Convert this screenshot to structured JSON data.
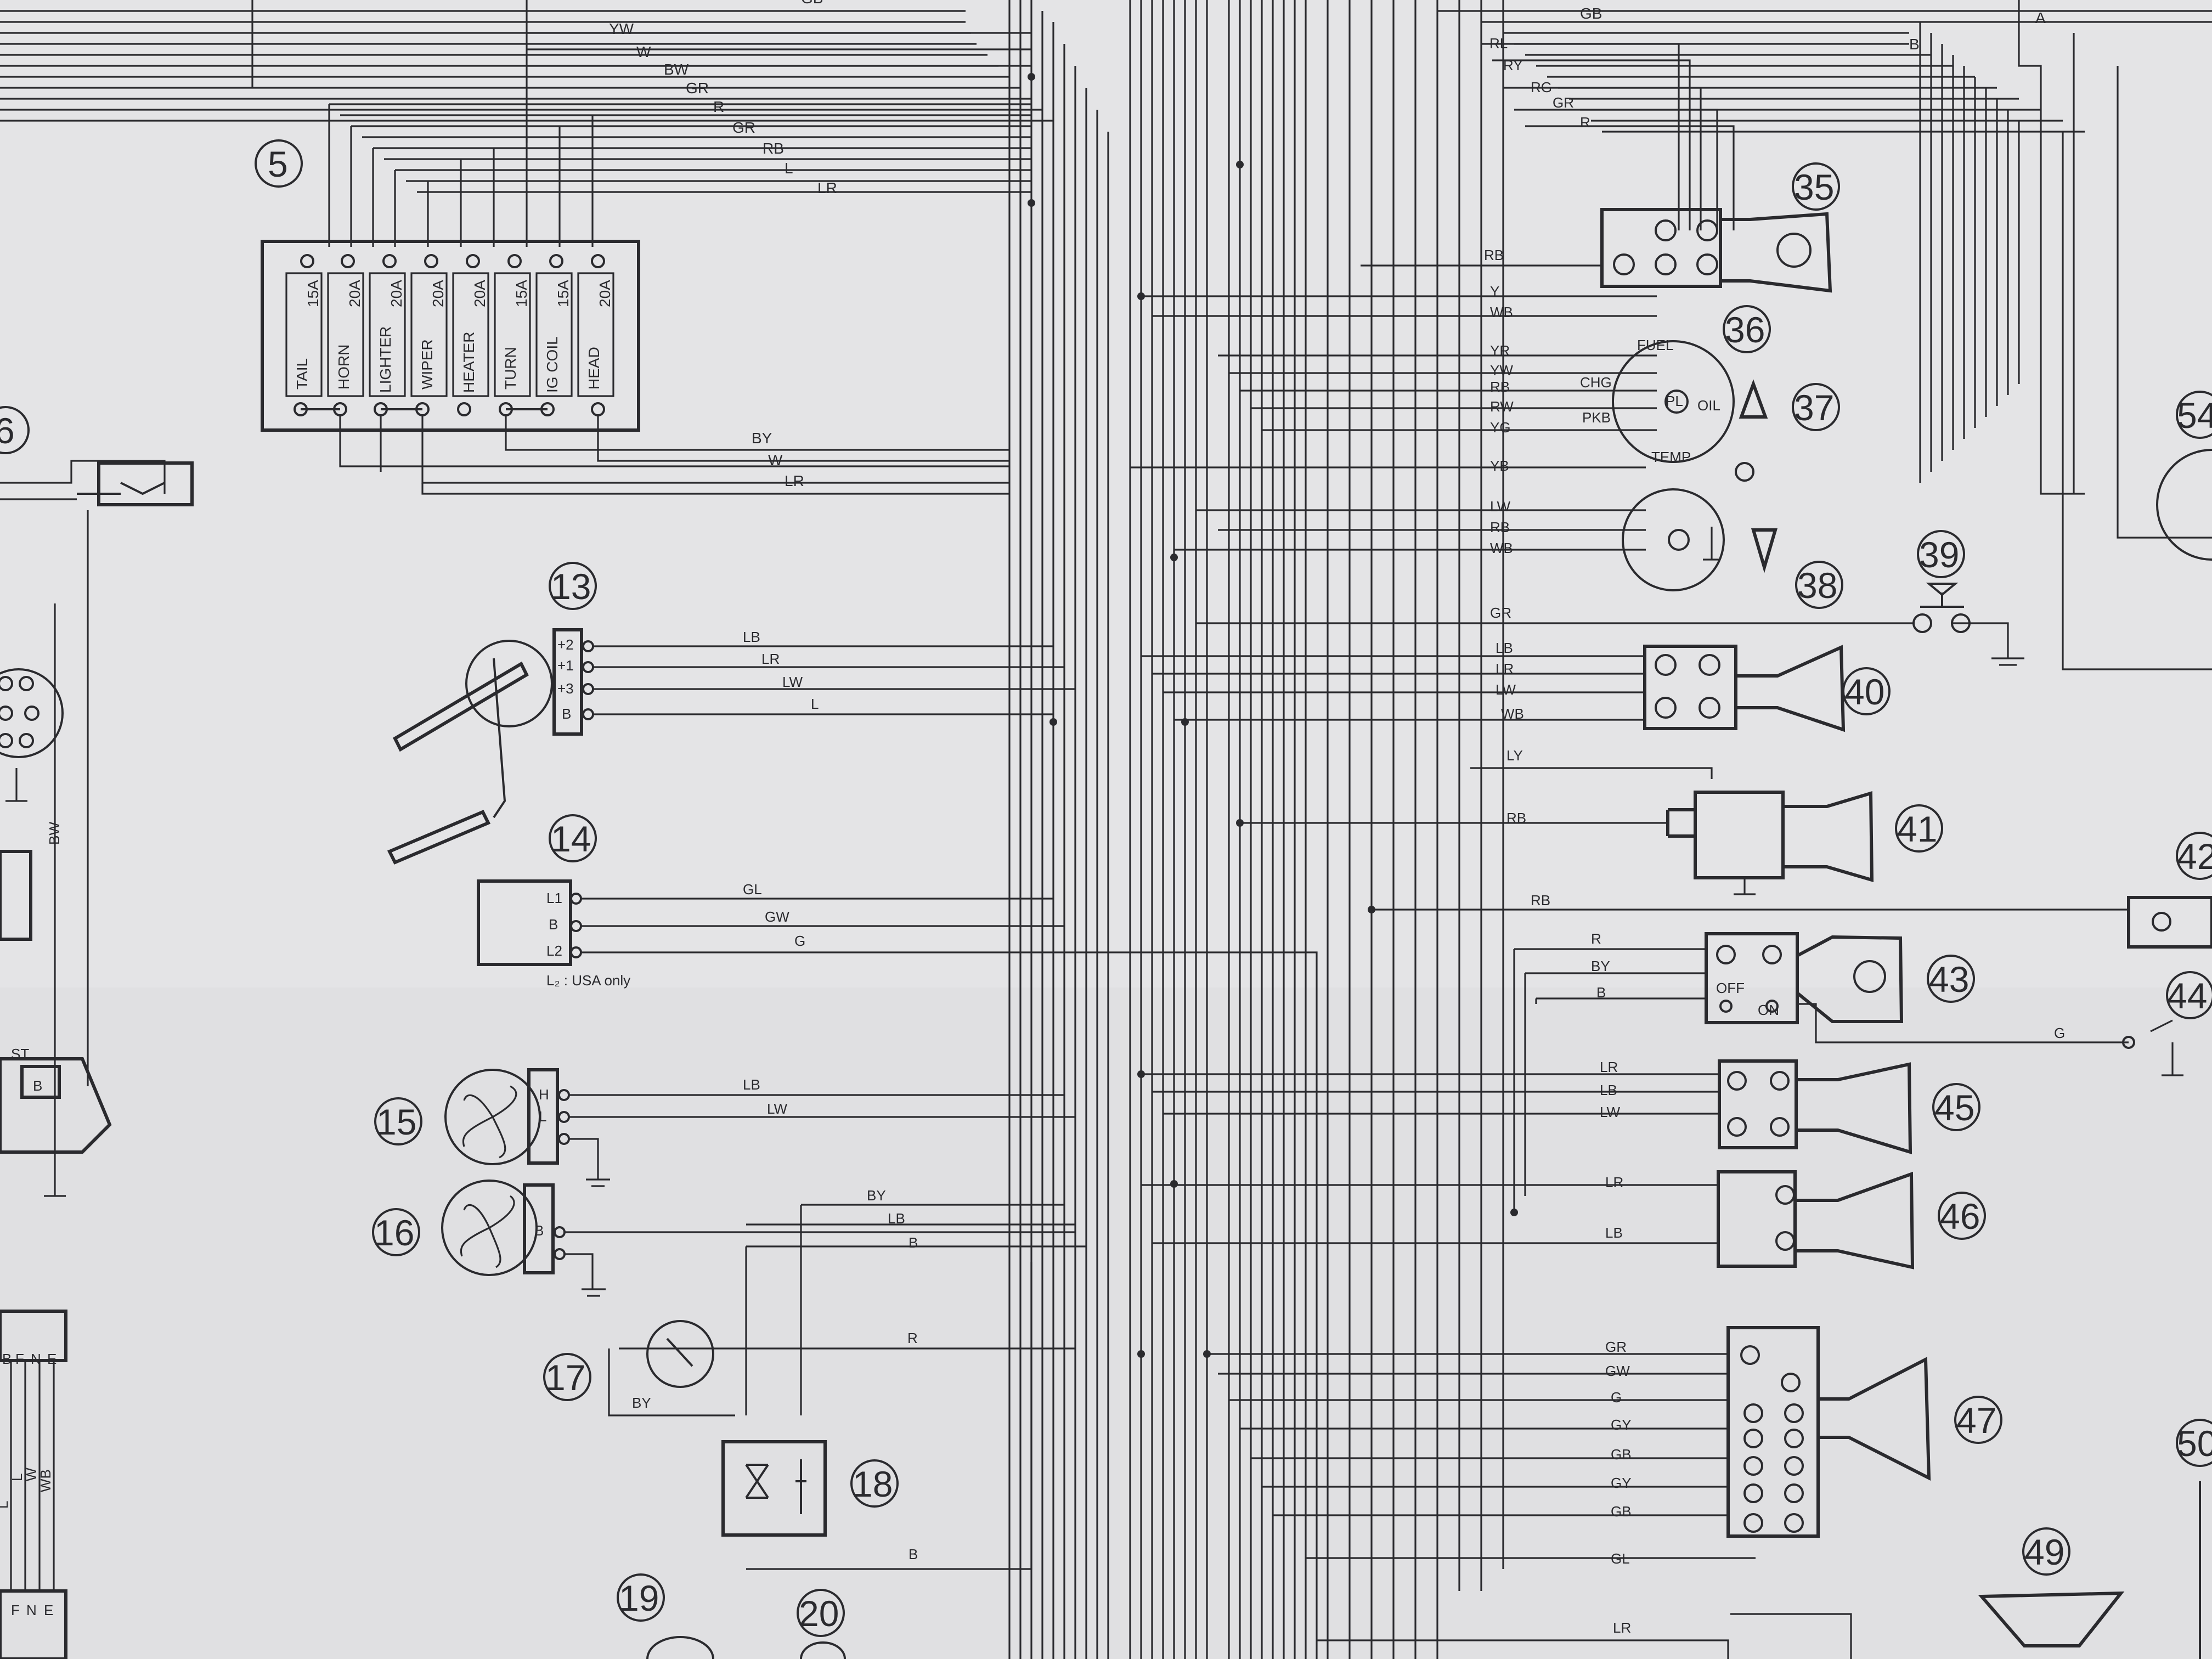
{
  "colors": {
    "paper": "#e4e4e6",
    "ink": "#2a2a2e"
  },
  "top_labels": [
    "GB",
    "GB",
    "A",
    "B"
  ],
  "fuse_box": {
    "number": "5",
    "fuses": [
      {
        "name": "TAIL",
        "rating": "15A"
      },
      {
        "name": "HORN",
        "rating": "20A"
      },
      {
        "name": "LIGHTER",
        "rating": "20A"
      },
      {
        "name": "WIPER",
        "rating": "20A"
      },
      {
        "name": "HEATER",
        "rating": "20A"
      },
      {
        "name": "TURN",
        "rating": "15A"
      },
      {
        "name": "IG COIL",
        "rating": "15A"
      },
      {
        "name": "HEAD",
        "rating": "20A"
      }
    ],
    "input_wires": [
      "YW",
      "W",
      "BW",
      "GR",
      "R",
      "GR",
      "RB",
      "L",
      "LR"
    ],
    "output_wires": [
      "BY",
      "W",
      "LR"
    ]
  },
  "components": [
    {
      "number": "6"
    },
    {
      "number": "13",
      "pins": [
        "+2",
        "+1",
        "+3",
        "B"
      ],
      "wires": [
        "LB",
        "LR",
        "LW",
        "L"
      ]
    },
    {
      "number": "14",
      "pins": [
        "L1",
        "B",
        "L2"
      ],
      "wires": [
        "GL",
        "GW",
        "G"
      ],
      "note": "L₂ : USA only"
    },
    {
      "number": "15",
      "pins": [
        "H",
        "L"
      ],
      "wires": [
        "LB",
        "LW"
      ]
    },
    {
      "number": "16",
      "pins": [
        "B"
      ],
      "wires": [
        "BY",
        "LB",
        "B"
      ]
    },
    {
      "number": "17",
      "wires": [
        "R",
        "BY"
      ]
    },
    {
      "number": "18",
      "wires": [
        "B"
      ]
    },
    {
      "number": "19"
    },
    {
      "number": "20"
    },
    {
      "number": "35",
      "wires": [
        "RL",
        "RY",
        "RG",
        "GR",
        "R",
        "RB"
      ]
    },
    {
      "number": "36",
      "wires": [
        "Y",
        "WB"
      ]
    },
    {
      "number": "37",
      "wires": [
        "YR",
        "YW",
        "RB",
        "RW",
        "YG"
      ],
      "gauge_labels": [
        "FUEL",
        "CHG",
        "OIL",
        "PKB",
        "TEMP",
        "PL"
      ]
    },
    {
      "number": "38",
      "wires": [
        "YB",
        "LW",
        "RB",
        "WB"
      ]
    },
    {
      "number": "39",
      "wires": [
        "GR"
      ]
    },
    {
      "number": "40",
      "wires": [
        "LB",
        "LR",
        "LW",
        "WB"
      ]
    },
    {
      "number": "41",
      "wires": [
        "LY",
        "RB"
      ]
    },
    {
      "number": "42",
      "wires": [
        "RB"
      ]
    },
    {
      "number": "43",
      "wires": [
        "R",
        "BY",
        "B"
      ],
      "switch_labels": [
        "OFF",
        "ON"
      ]
    },
    {
      "number": "44",
      "wires": [
        "G"
      ]
    },
    {
      "number": "45",
      "wires": [
        "LR",
        "LB",
        "LW"
      ]
    },
    {
      "number": "46",
      "wires": [
        "LR",
        "LB"
      ]
    },
    {
      "number": "47",
      "wires": [
        "GR",
        "GW",
        "G",
        "GY",
        "GB",
        "GY",
        "GB",
        "GL"
      ]
    },
    {
      "number": "49",
      "wires": [
        "LR"
      ]
    },
    {
      "number": "50"
    },
    {
      "number": "54"
    }
  ],
  "left_edge_labels": [
    "BW",
    "ST",
    "B",
    "B",
    "F",
    "N",
    "E",
    "L",
    "W",
    "L",
    "WB",
    "F",
    "N",
    "E"
  ]
}
